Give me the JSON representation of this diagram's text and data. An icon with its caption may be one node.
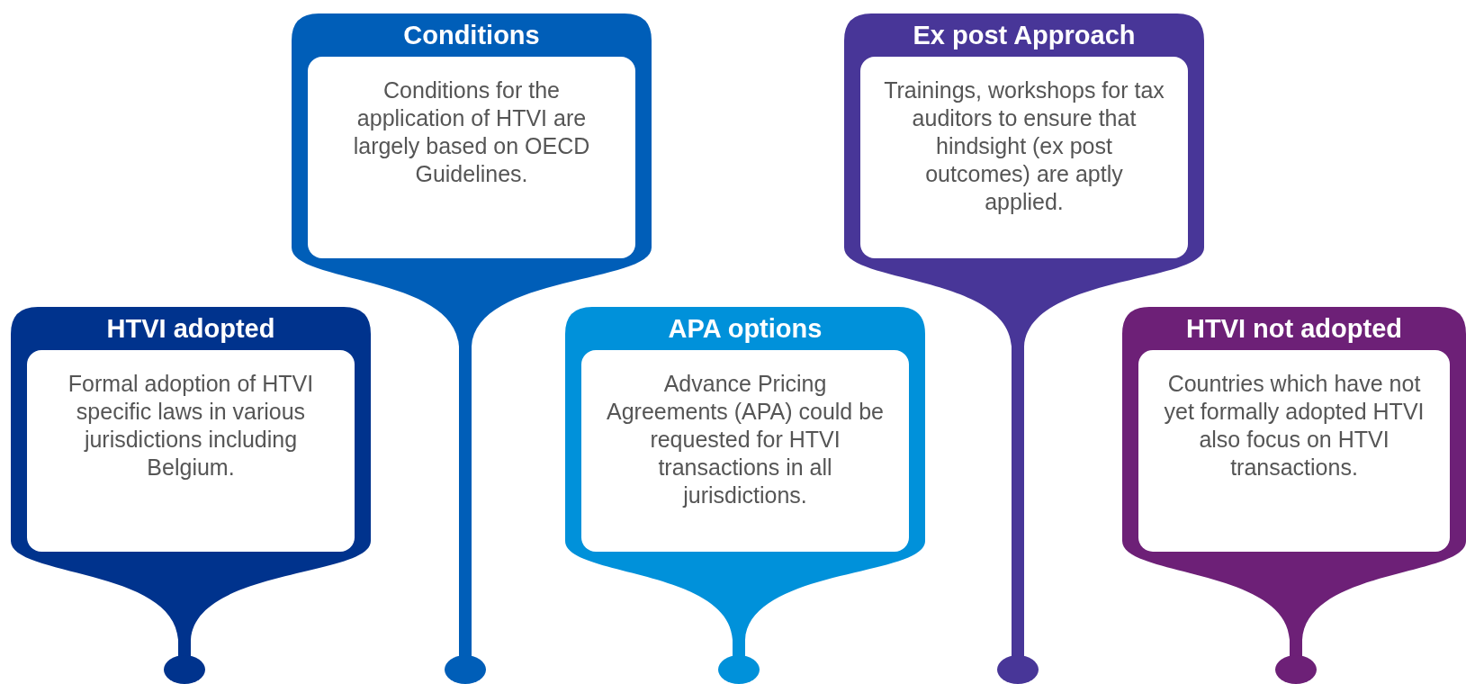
{
  "diagram": {
    "nodes": [
      {
        "text": [
          "HTVI adopted",
          "Formal adoption of HTVI specific laws in various jurisdictions including Belgium."
        ]
      },
      {
        "text": [
          "Conditions",
          "Conditions for the application of HTVI are largely based on OECD Guidelines."
        ]
      },
      {
        "text": [
          "APA options",
          "Advance Pricing Agreements (APA) could be requested for HTVI transactions in all jurisdictions."
        ]
      },
      {
        "text": [
          "Ex post Approach",
          "Trainings, workshops for tax auditors to ensure that hindsight (ex post outcomes) are aptly applied."
        ]
      },
      {
        "text": [
          "HTVI not adopted",
          "Countries which have not yet formally adopted HTVI also focus on HTVI transactions."
        ]
      }
    ]
  }
}
